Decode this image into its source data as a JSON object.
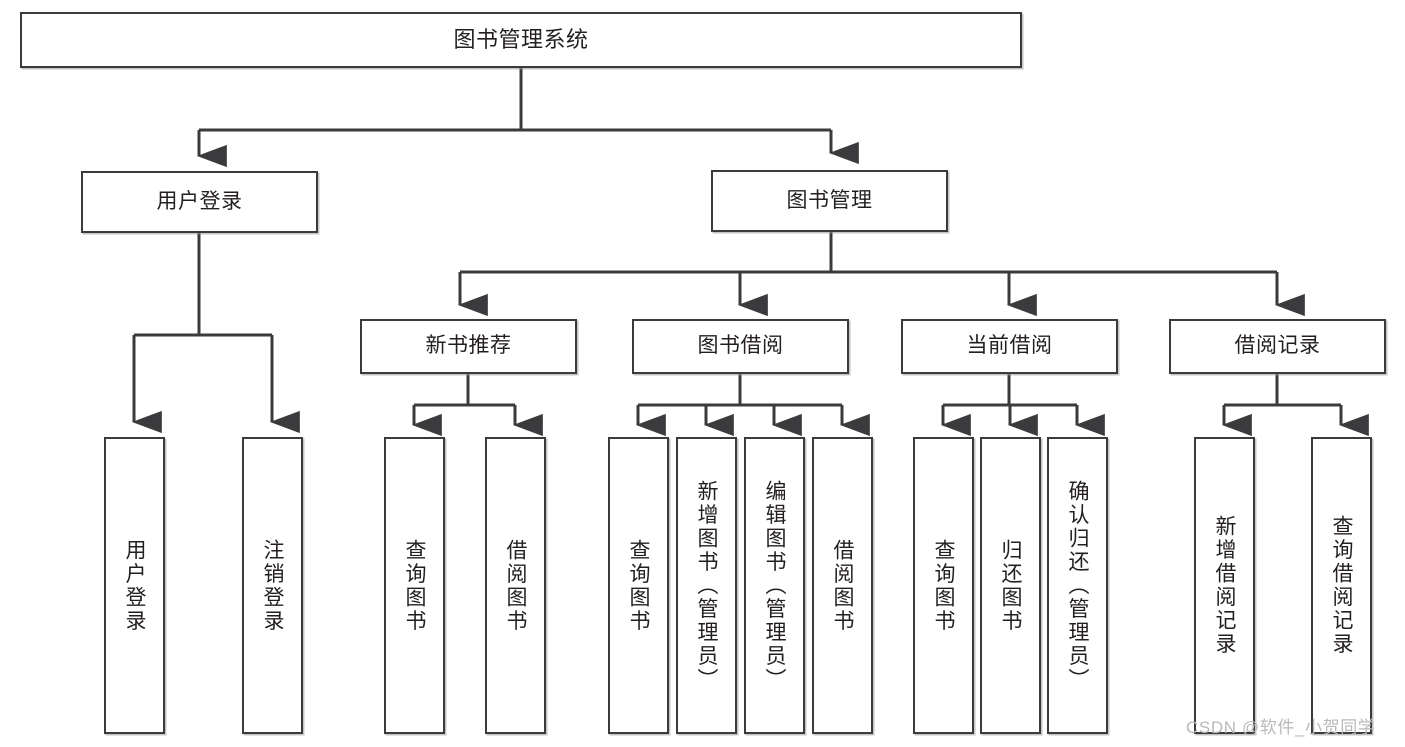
{
  "diagram": {
    "type": "tree-hierarchy",
    "title": "图书管理系统",
    "watermark": "CSDN @软件_小贺同学",
    "colors": {
      "node_border": "#3b3b3d",
      "node_fill": "#ffffff",
      "connector": "#3b3b3d",
      "text": "#231f20",
      "watermark": "#b9b9bb",
      "background": "#ffffff"
    },
    "nodes": {
      "root": {
        "label": "图书管理系统"
      },
      "level2": [
        {
          "label": "用户登录"
        },
        {
          "label": "图书管理"
        }
      ],
      "level3": [
        {
          "label": "新书推荐"
        },
        {
          "label": "图书借阅"
        },
        {
          "label": "当前借阅"
        },
        {
          "label": "借阅记录"
        }
      ],
      "leaves_user_login": [
        {
          "label": "用户登录"
        },
        {
          "label": "注销登录"
        }
      ],
      "leaves_new_book": [
        {
          "label": "查询图书"
        },
        {
          "label": "借阅图书"
        }
      ],
      "leaves_borrow": [
        {
          "label": "查询图书"
        },
        {
          "label": "新增图书（管理员）"
        },
        {
          "label": "编辑图书（管理员）"
        },
        {
          "label": "借阅图书"
        }
      ],
      "leaves_current": [
        {
          "label": "查询图书"
        },
        {
          "label": "归还图书"
        },
        {
          "label": "确认归还（管理员）"
        }
      ],
      "leaves_records": [
        {
          "label": "新增借阅记录"
        },
        {
          "label": "查询借阅记录"
        }
      ]
    }
  }
}
